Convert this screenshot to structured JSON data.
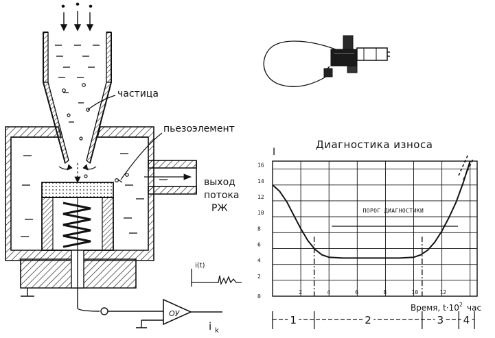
{
  "labels": {
    "particle": "частица",
    "piezo": "пьезоэлемент",
    "outlet_line1": "выход",
    "outlet_line2": "потока",
    "outlet_line3": "РЖ",
    "amplifier": "ОУ",
    "signal": "i(t)",
    "output": "i",
    "output_sub": "k"
  },
  "chart_data": {
    "type": "line",
    "title": "Диагностика износа",
    "xlabel": "Время, t·10",
    "xlabel_sup": "2",
    "xlabel_unit": "час",
    "ylabel": "I",
    "xlim": [
      0,
      14.5
    ],
    "ylim": [
      0,
      17
    ],
    "x_ticks": [
      "0",
      "2",
      "4",
      "6",
      "8",
      "10",
      "12"
    ],
    "x_tick_values": [
      0,
      2,
      4,
      6,
      8,
      10,
      12
    ],
    "y_ticks": [
      "2",
      "4",
      "6",
      "8",
      "10",
      "12",
      "14",
      "16"
    ],
    "y_tick_values": [
      2,
      4,
      6,
      8,
      10,
      12,
      14,
      16
    ],
    "threshold": {
      "label": "ПОРОГ ДИАГНОСТИКИ",
      "value": 8.8
    },
    "series": [
      {
        "x": [
          0,
          0.5,
          1,
          1.5,
          2,
          2.5,
          3,
          3.5,
          4,
          5,
          6,
          7,
          8,
          9,
          10,
          10.5,
          11,
          11.5,
          12,
          12.5,
          13,
          13.5,
          14
        ],
        "y": [
          14,
          13.2,
          11.9,
          10.2,
          8.5,
          7,
          5.9,
          5.2,
          4.9,
          4.8,
          4.8,
          4.8,
          4.8,
          4.8,
          4.9,
          5.2,
          5.8,
          6.8,
          8.2,
          9.9,
          11.8,
          14.2,
          17
        ]
      }
    ],
    "phases": [
      "1",
      "2",
      "3",
      "4"
    ],
    "grid": true
  }
}
